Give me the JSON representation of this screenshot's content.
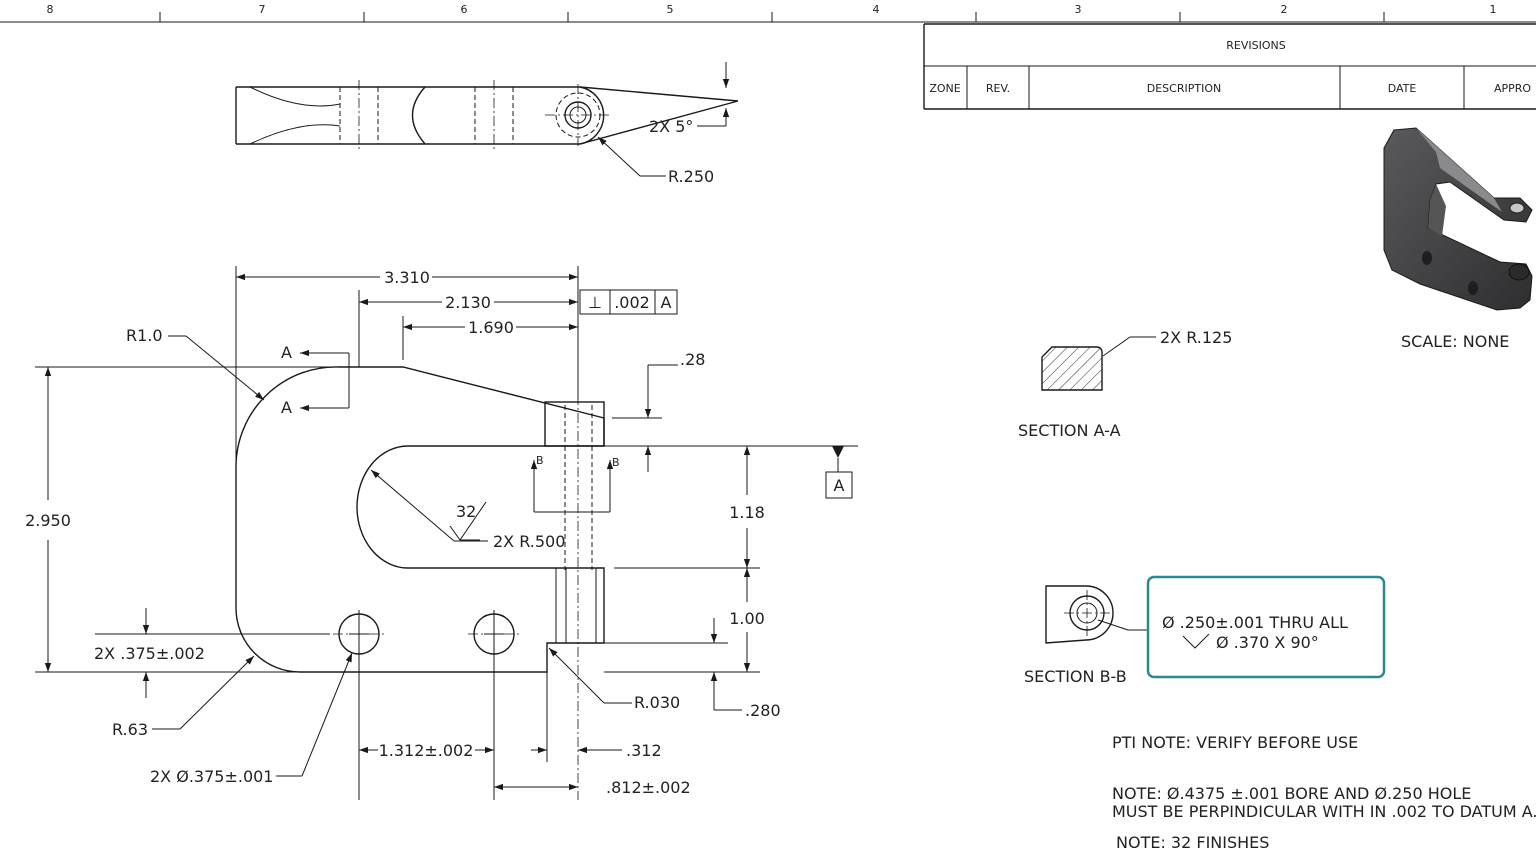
{
  "zone_numbers": [
    "8",
    "7",
    "6",
    "5",
    "4",
    "3",
    "2",
    "1"
  ],
  "revisions": {
    "title": "REVISIONS",
    "headers": [
      "ZONE",
      "REV.",
      "DESCRIPTION",
      "DATE",
      "APPRO"
    ]
  },
  "top_view": {
    "angle": "2X 5°",
    "radius": "R.250"
  },
  "front_view": {
    "dims": {
      "d3310": "3.310",
      "d2130": "2.130",
      "d1690": "1.690",
      "d028": ".28",
      "d2950": "2.950",
      "d118": "1.18",
      "d100": "1.00",
      "d0280": ".280",
      "d1312": "1.312±.002",
      "d0312": ".312",
      "d0812": ".812±.002",
      "hole_off": "2X .375±.002"
    },
    "radii": {
      "r10": "R1.0",
      "r500": "2X R.500",
      "r030": "R.030",
      "r63": "R.63"
    },
    "holes": "2X Ø.375±.001",
    "finish": "32",
    "section_a": "A",
    "section_b": "B",
    "fcf": {
      "symbol": "⊥",
      "tol": ".002",
      "datum": "A"
    },
    "datum": "A"
  },
  "section_aa": {
    "callout": "2X R.125",
    "title": "SECTION A-A"
  },
  "section_bb": {
    "title": "SECTION B-B",
    "line1": "Ø .250±.001 THRU ALL",
    "line2": "Ø .370 X 90°"
  },
  "iso": {
    "scale": "SCALE: NONE"
  },
  "notes": {
    "pti": "PTI NOTE: VERIFY BEFORE USE",
    "note1a": "NOTE: Ø.4375 ±.001 BORE AND Ø.250 HOLE",
    "note1b": "MUST BE PERPINDICULAR WITH IN .002 TO DATUM A.",
    "note2": "NOTE: 32 FINISHES"
  },
  "colors": {
    "highlight": "#2a8a94",
    "part_dark": "#3d3d3f"
  }
}
